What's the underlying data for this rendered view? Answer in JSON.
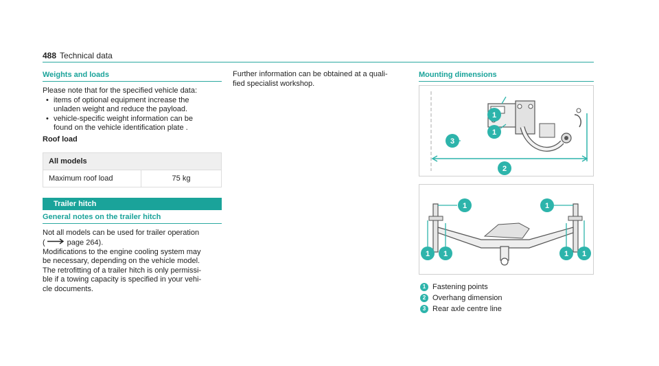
{
  "header": {
    "page_number": "488",
    "section": "Technical data"
  },
  "weights": {
    "title": "Weights and loads",
    "intro": "Please note that for the specified vehicle data:",
    "bullets": [
      [
        "items of optional equipment increase the",
        "unladen weight and reduce the payload."
      ],
      [
        "vehicle-specific weight information can be",
        "found on the vehicle identification plate ."
      ]
    ],
    "roof_load_heading": "Roof load",
    "table": {
      "header": "All models",
      "label": "Maximum roof load",
      "value": "75 kg"
    }
  },
  "trailer": {
    "bar_title": "Trailer hitch",
    "subtitle": "General notes on the trailer hitch",
    "para1": [
      "Not all models can be used for trailer operation",
      "page 264)."
    ],
    "para2": [
      "Modifications to the engine cooling system may",
      "be necessary, depending on the vehicle model.",
      "The retrofitting of a trailer hitch is only permissi-",
      "ble if a towing capacity is specified in your vehi-",
      "cle documents."
    ]
  },
  "further": [
    "Further information can be obtained at a quali-",
    "fied specialist workshop."
  ],
  "mounting": {
    "title": "Mounting dimensions",
    "legend": [
      {
        "num": "1",
        "text": "Fastening points"
      },
      {
        "num": "2",
        "text": "Overhang dimension"
      },
      {
        "num": "3",
        "text": "Rear axle centre line"
      }
    ]
  },
  "colors": {
    "accent": "#1aa39a",
    "badge": "#2db4ab"
  }
}
